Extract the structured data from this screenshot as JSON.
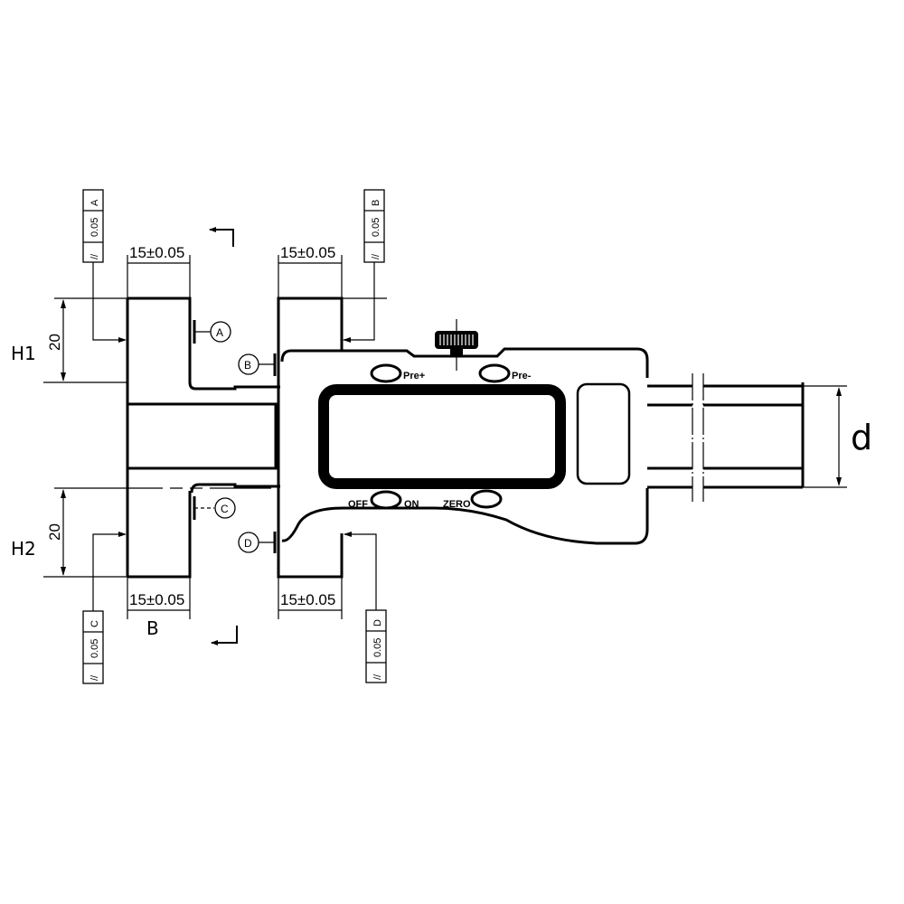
{
  "drawing": {
    "subject": "Digital depth caliper with reference blocks",
    "labels": {
      "h1": "H1",
      "h2": "H2",
      "b": "B",
      "d": "d"
    },
    "dimensions": {
      "width_top_left": "15±0.05",
      "width_top_right": "15±0.05",
      "width_bottom_left": "15±0.05",
      "width_bottom_right": "15±0.05",
      "height_h1": "20",
      "height_h2": "20"
    },
    "datums": [
      "A",
      "B",
      "C",
      "D"
    ],
    "tolerance_frames": [
      {
        "symbol": "//",
        "value": "0.05",
        "datum": "A"
      },
      {
        "symbol": "//",
        "value": "0.05",
        "datum": "B"
      },
      {
        "symbol": "//",
        "value": "0.05",
        "datum": "C"
      },
      {
        "symbol": "//",
        "value": "0.05",
        "datum": "D"
      }
    ],
    "buttons": {
      "pre_plus": "Pre+",
      "pre_minus": "Pre-",
      "off": "OFF",
      "on": "ON",
      "zero": "ZERO"
    },
    "colors": {
      "line": "#000000",
      "background": "#ffffff"
    }
  }
}
